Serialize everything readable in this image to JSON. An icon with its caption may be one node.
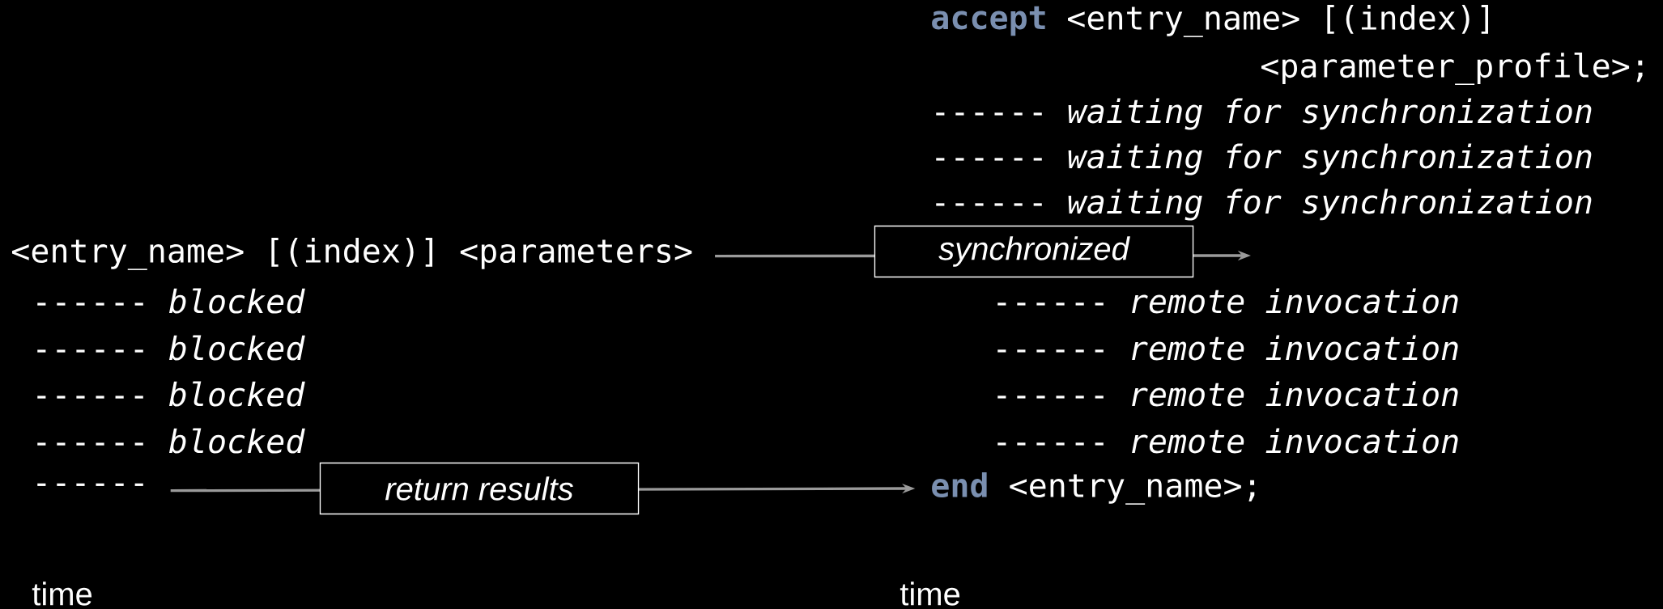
{
  "diagram": {
    "nodes": [
      {
        "text": [
          "<entry_name> [(index)] <parameters>"
        ]
      },
      {
        "text": [
          "------"
        ]
      },
      {
        "text": [
          "end",
          "<entry_name>;"
        ]
      }
    ],
    "edges": [
      {
        "from": 0,
        "to": null,
        "arrow": "to",
        "label": "synchronized"
      },
      {
        "from": 1,
        "to": 2,
        "arrow": "to",
        "label": "return results"
      }
    ],
    "labels": [
      "accept",
      "<entry_name> [(index)]",
      "<parameter_profile>;",
      "------ *waiting for synchronization*",
      "------ *waiting for synchronization*",
      "------ *waiting for synchronization*",
      "------ *blocked*",
      "------ *blocked*",
      "------ *blocked*",
      "------ *blocked*",
      "------ *remote invocation*",
      "------ *remote invocation*",
      "------ *remote invocation*",
      "------ *remote invocation*",
      "time",
      "time"
    ]
  }
}
